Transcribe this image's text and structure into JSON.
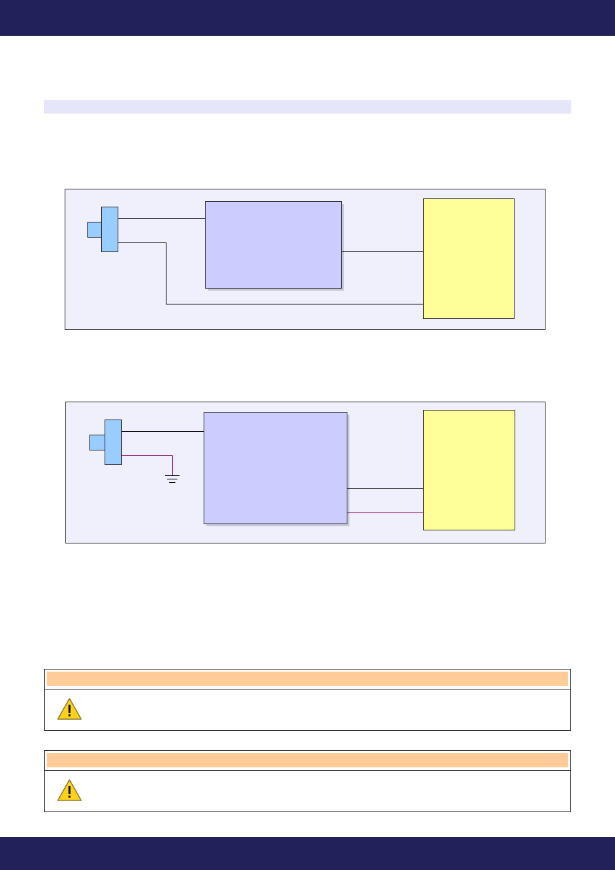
{
  "colors": {
    "header_bar": "#22215a",
    "footer_bar": "#22215a",
    "section_band": "#e6e6fb",
    "diagram_background": "#f0f0fc",
    "diagram_border": "#333333",
    "connector": "#99ccff",
    "module_block": "#ccccff",
    "controller_block": "#ffff99",
    "signal_wire": "#000000",
    "ground_wire": "#800055",
    "warning_header": "#ffcc99",
    "warning_icon_fill": "#ffd21a"
  },
  "diagrams": [
    {
      "name": "wiring-diagram-1",
      "components": [
        "connector",
        "module-block",
        "controller-block"
      ],
      "wires": [
        "signal",
        "signal",
        "signal"
      ]
    },
    {
      "name": "wiring-diagram-2",
      "components": [
        "connector",
        "module-block",
        "controller-block",
        "ground-symbol"
      ],
      "wires": [
        "signal",
        "ground",
        "signal",
        "ground"
      ]
    }
  ],
  "warnings": [
    {
      "icon": "warning-triangle-icon",
      "text": ""
    },
    {
      "icon": "warning-triangle-icon",
      "text": ""
    }
  ]
}
